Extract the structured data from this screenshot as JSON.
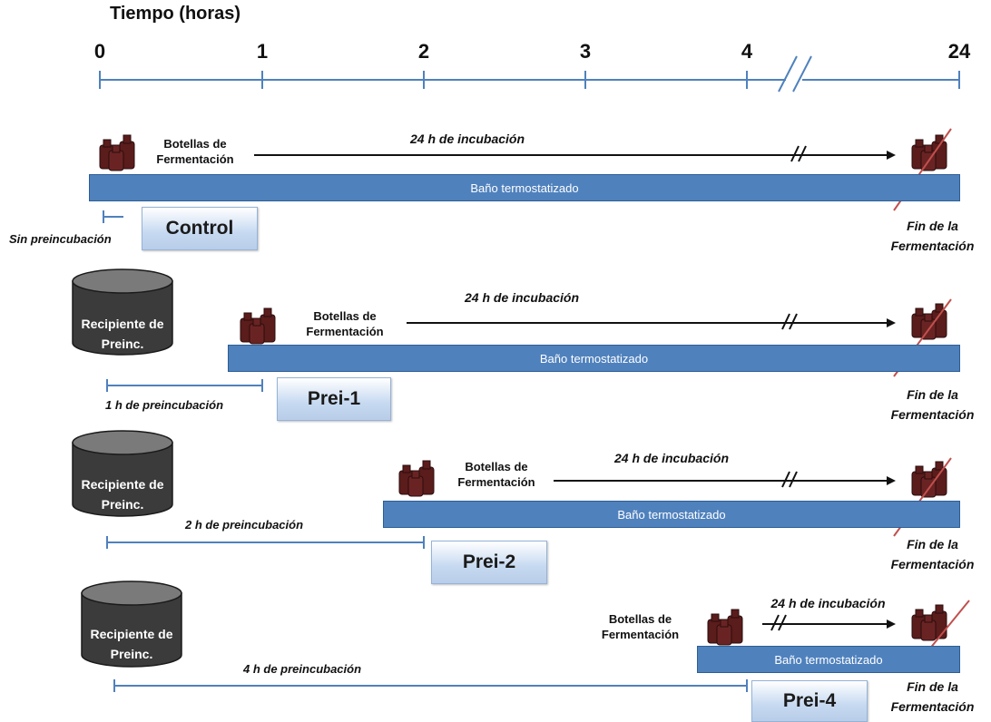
{
  "axis": {
    "title": "Tiempo (horas)",
    "ticks": [
      "0",
      "1",
      "2",
      "3",
      "4",
      "24"
    ]
  },
  "common": {
    "bottles": "Botellas de Fermentación",
    "bath": "Baño termostatizado",
    "incubation": "24 h de incubación",
    "end": "Fin de la Fermentación",
    "vessel": "Recipiente de Preinc."
  },
  "rows": [
    {
      "name": "Control",
      "preincubation": "Sin preincubación"
    },
    {
      "name": "Prei-1",
      "preincubation": "1 h de preincubación"
    },
    {
      "name": "Prei-2",
      "preincubation": "2 h de preincubación"
    },
    {
      "name": "Prei-4",
      "preincubation": "4 h de preincubación"
    }
  ],
  "colors": {
    "bath": "#4f81bd",
    "bottles": "#5b1c1c",
    "vessel": "#3b3b3b",
    "cross": "#c0504d",
    "axis": "#4f81bd",
    "label_box": "#c6d9f1"
  }
}
